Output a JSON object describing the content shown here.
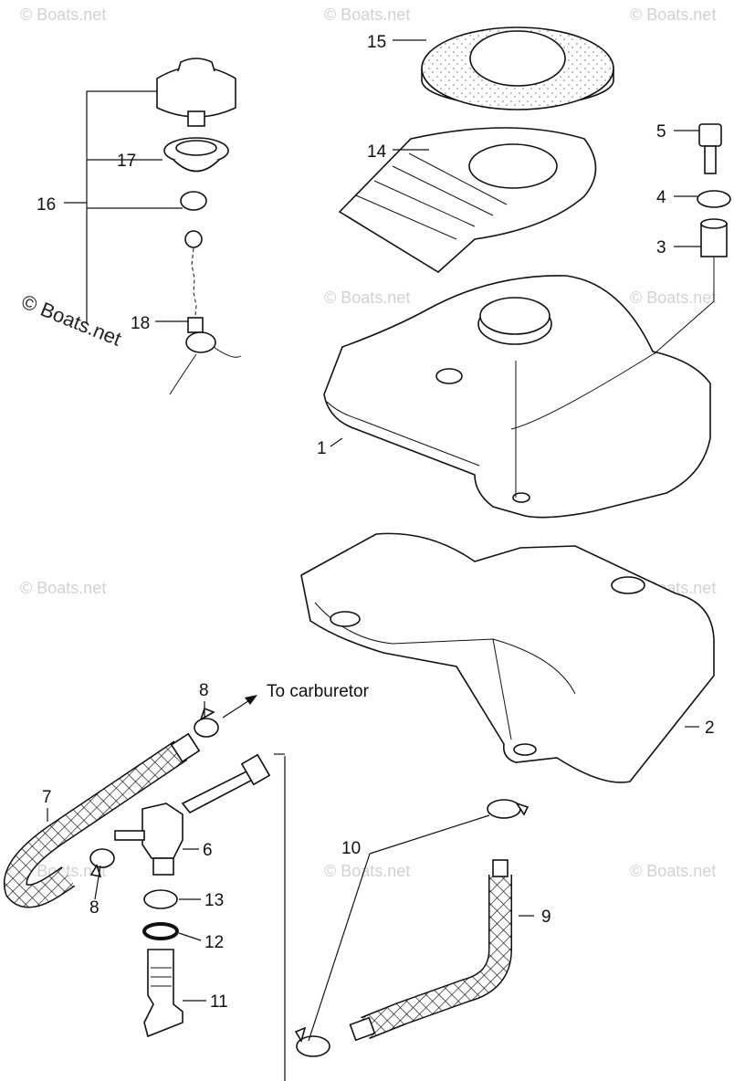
{
  "diagram": {
    "watermark_text": "© Boats.net",
    "prominent_watermark": "© Boats.net",
    "note_to_carburetor": "To carburetor",
    "callouts": {
      "n1": "1",
      "n2": "2",
      "n3": "3",
      "n4": "4",
      "n5": "5",
      "n6": "6",
      "n7": "7",
      "n8a": "8",
      "n8b": "8",
      "n9": "9",
      "n10": "10",
      "n11": "11",
      "n12": "12",
      "n13": "13",
      "n14": "14",
      "n15": "15",
      "n16": "16",
      "n17": "17",
      "n18": "18"
    }
  }
}
